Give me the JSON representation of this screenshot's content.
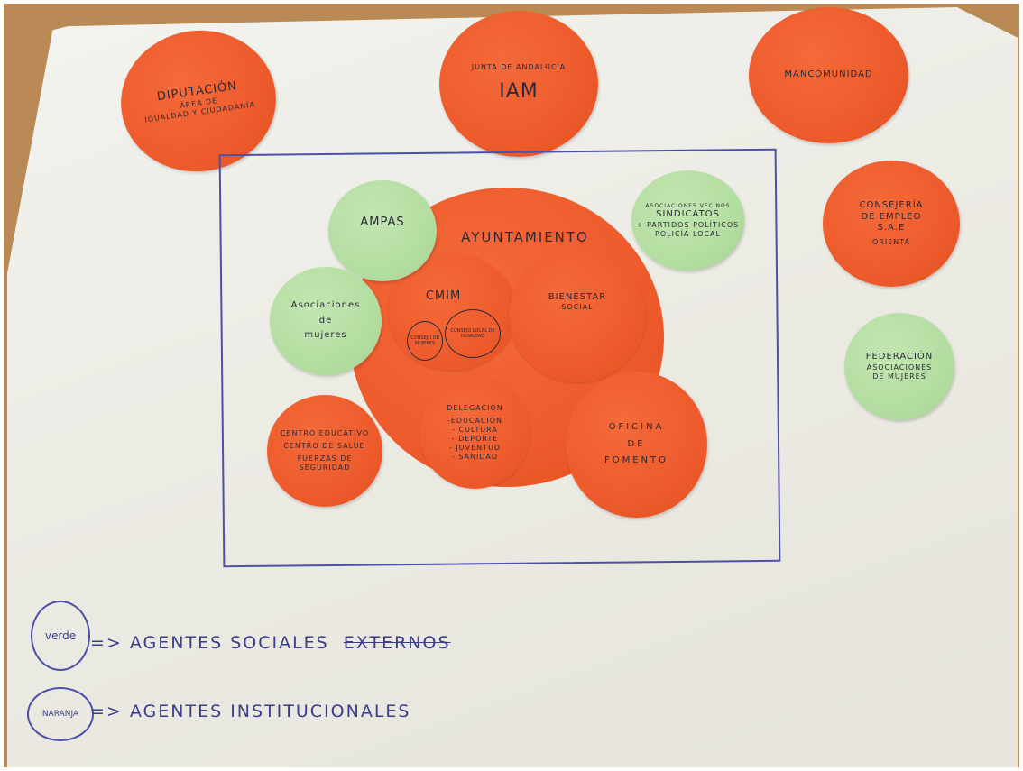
{
  "outer_circles": {
    "diputacion": {
      "title": "DIPUTACIÓN",
      "line1": "ÁREA DE",
      "line2": "IGUALDAD Y CIUDADANÍA"
    },
    "iam": {
      "small": "JUNTA DE ANDALUCÍA",
      "title": "IAM"
    },
    "mancomunidad": {
      "title": "MANCOMUNIDAD"
    },
    "consejeria": {
      "line1": "CONSEJERÍA",
      "line2": "DE EMPLEO",
      "line3": "S.A.E",
      "line4": "ORIENTA"
    },
    "federacion": {
      "line1": "FEDERACIÓN",
      "line2": "ASOCIACIONES",
      "line3": "DE MUJERES"
    }
  },
  "inner": {
    "ayuntamiento": "AYUNTAMIENTO",
    "ampas": "AMPAS",
    "asociaciones": {
      "line1": "Asociaciones",
      "line2": "de",
      "line3": "mujeres"
    },
    "sindicatos": {
      "line1": "ASOCIACIONES VECINOS",
      "line2": "SINDICATOS",
      "line3": "+ PARTIDOS POLÍTICOS",
      "line4": "POLICÍA LOCAL"
    },
    "cmim": {
      "title": "CMIM",
      "ring1": "CONSEJO DE MUJERES",
      "ring2": "CONSEJO LOCAL DE IGUALDAD"
    },
    "bienestar": {
      "line1": "BIENESTAR",
      "line2": "SOCIAL"
    },
    "centro": {
      "line1": "CENTRO EDUCATIVO",
      "line2": "CENTRO DE SALUD",
      "line3": "FUERZAS DE",
      "line4": "SEGURIDAD"
    },
    "delegacion": {
      "title": "DELEGACIÓN",
      "items": [
        "-EDUCACIÓN",
        "- CULTURA",
        "- DEPORTE",
        "- JUVENTUD",
        "- SANIDAD"
      ]
    },
    "oficina": {
      "line1": "OFICINA",
      "line2": "DE",
      "line3": "FOMENTO"
    }
  },
  "legend": {
    "green_label": "verde",
    "green_text": "=> AGENTES SOCIALES",
    "green_struck": "EXTERNOS",
    "orange_label": "NARANJA",
    "orange_text": "=> AGENTES INSTITUCIONALES"
  },
  "colors": {
    "orange": "#ee5b2c",
    "green": "#b3dda0",
    "ink": "#4d50a8",
    "paper": "#efeee8"
  }
}
